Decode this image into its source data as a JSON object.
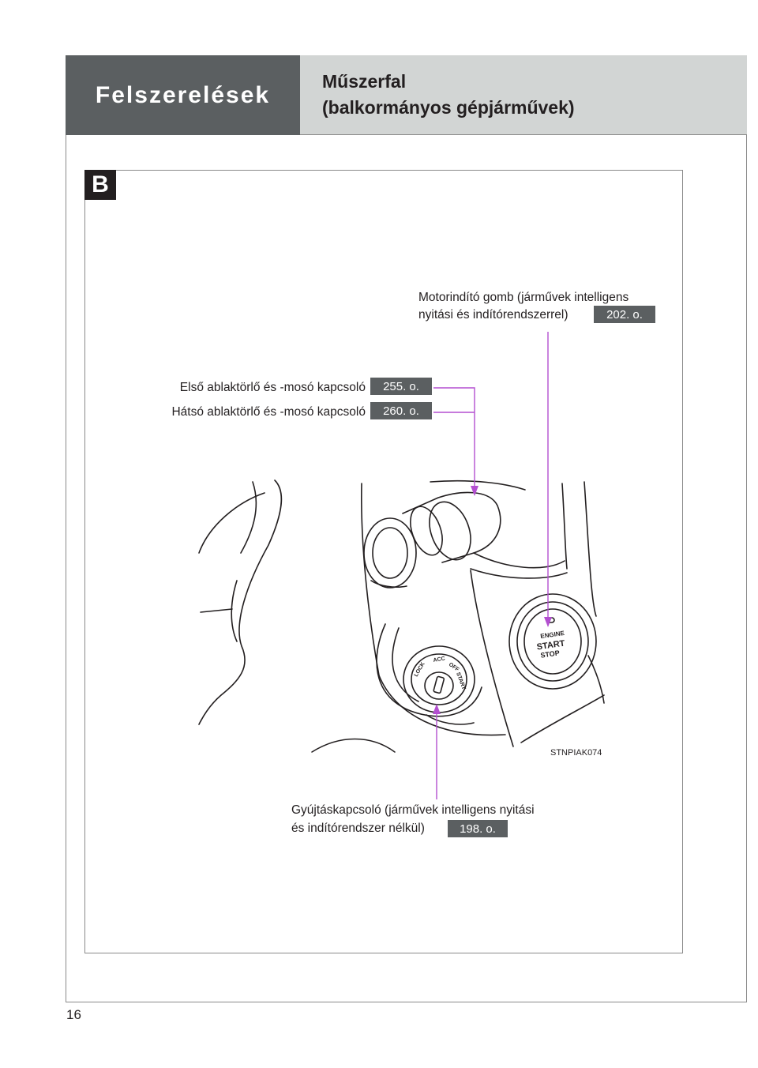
{
  "header": {
    "section": "Felszerelések",
    "title_line1": "Műszerfal",
    "title_line2": "(balkormányos gépjárművek)"
  },
  "section_badge": "B",
  "callouts": {
    "engine_start": {
      "line1": "Motorindító gomb (járművek intelligens",
      "line2": "nyitási és indítórendszerrel)",
      "ref": "202. o."
    },
    "front_wiper": {
      "label": "Első ablaktörlő és -mosó kapcsoló",
      "ref": "255. o."
    },
    "rear_wiper": {
      "label": "Hátsó ablaktörlő és -mosó kapcsoló",
      "ref": "260. o."
    },
    "ignition": {
      "line1": "Gyújtáskapcsoló (járművek intelligens nyitási",
      "line2": "és indítórendszer nélkül)",
      "ref": "198. o."
    }
  },
  "illustration": {
    "code": "STNPIAK074",
    "button_text": [
      "ENGINE",
      "START",
      "STOP"
    ],
    "ignition_positions": [
      "LOCK",
      "ACC",
      "OFF",
      "START"
    ]
  },
  "page_number": "16",
  "colors": {
    "header_dark": "#5b5f61",
    "header_light": "#d2d5d4",
    "leader": "#b34fd0"
  }
}
